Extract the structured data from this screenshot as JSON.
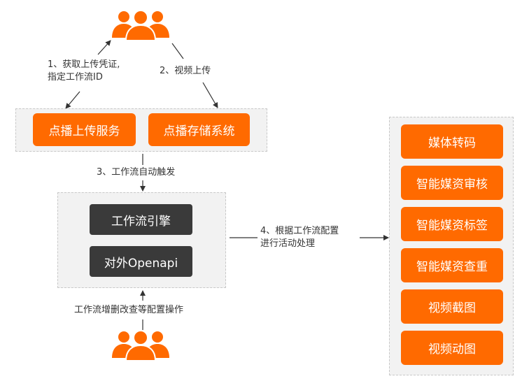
{
  "colors": {
    "accent": "#ff6a00",
    "dark_box": "#3a3a3a",
    "panel": "#f2f2f2"
  },
  "icons": {
    "users_top": "users-group-icon",
    "users_bottom": "users-group-icon"
  },
  "labels": {
    "step1_line1": "1、获取上传凭证,",
    "step1_line2": "指定工作流ID",
    "step2": "2、视频上传",
    "step3": "3、工作流自动触发",
    "step4_line1": "4、根据工作流配置",
    "step4_line2": "进行活动处理",
    "config_ops": "工作流增删改查等配置操作"
  },
  "upload_panel": {
    "upload_service": "点播上传服务",
    "storage_system": "点播存储系统"
  },
  "engine_panel": {
    "workflow_engine": "工作流引擎",
    "open_api": "对外Openapi"
  },
  "activities": [
    "媒体转码",
    "智能媒资审核",
    "智能媒资标签",
    "智能媒资查重",
    "视频截图",
    "视频动图"
  ]
}
